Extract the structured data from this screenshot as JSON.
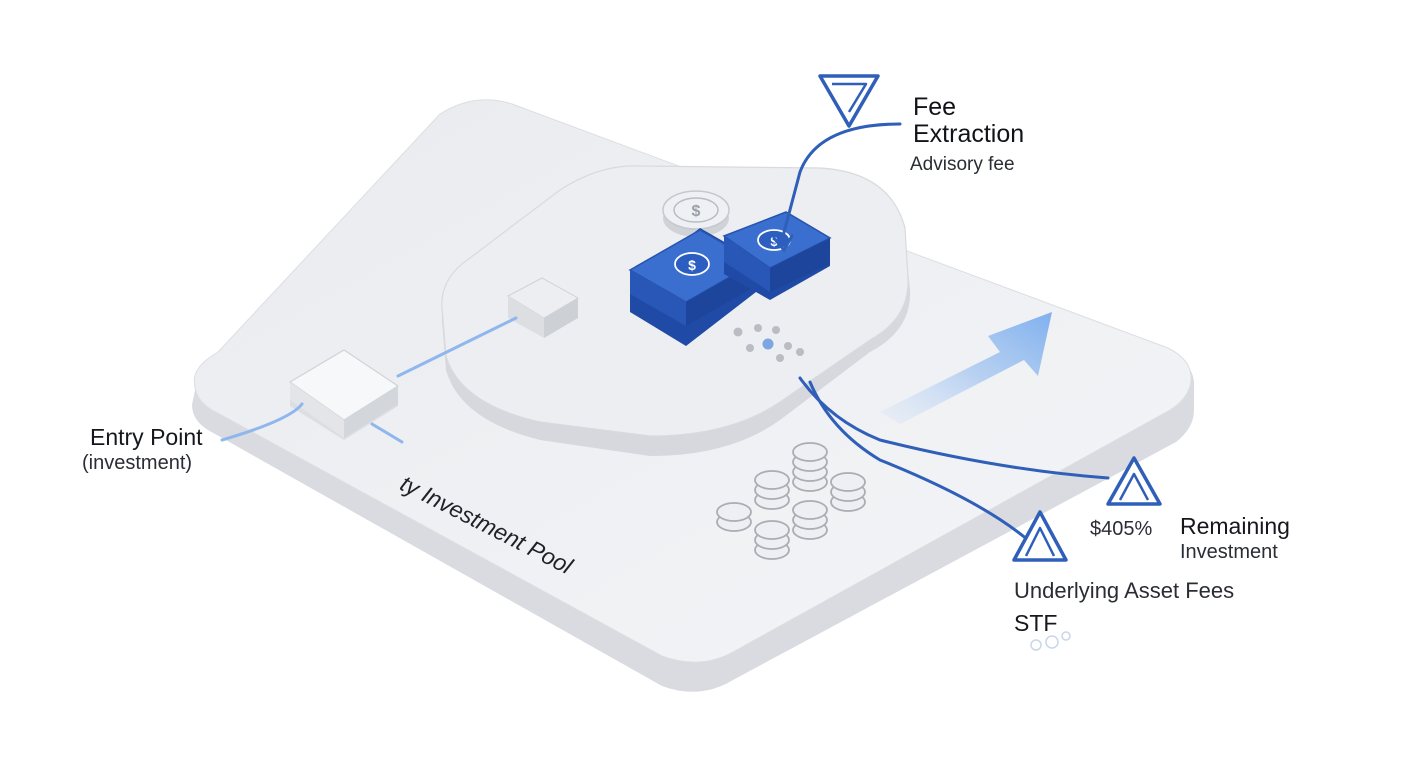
{
  "labels": {
    "entry_point": "Entry Point",
    "entry_sub": "(investment)",
    "pool": "ty Investment Pool",
    "fee_extraction_line1": "Fee",
    "fee_extraction_line2": "Extraction",
    "advisory_fee": "Advisory fee",
    "remaining_amount": "$405%",
    "remaining_line1": "Remaining",
    "remaining_line2": "Investment",
    "underlying_asset_fees": "Underlying Asset Fees",
    "stf": "STF"
  },
  "icons": {
    "currency_symbol": "$",
    "flow_marker": "triangle-marker-icon",
    "growth": "arrow-up-right-icon",
    "coins": "coin-stack-icon",
    "bills": "banknote-stack-icon"
  },
  "colors": {
    "accent_blue": "#2f5fb8",
    "deep_blue": "#1f4aa6",
    "light_blue": "#8fb7ee",
    "platform_top": "#eeeff2",
    "platform_side": "#d5d7dc"
  }
}
